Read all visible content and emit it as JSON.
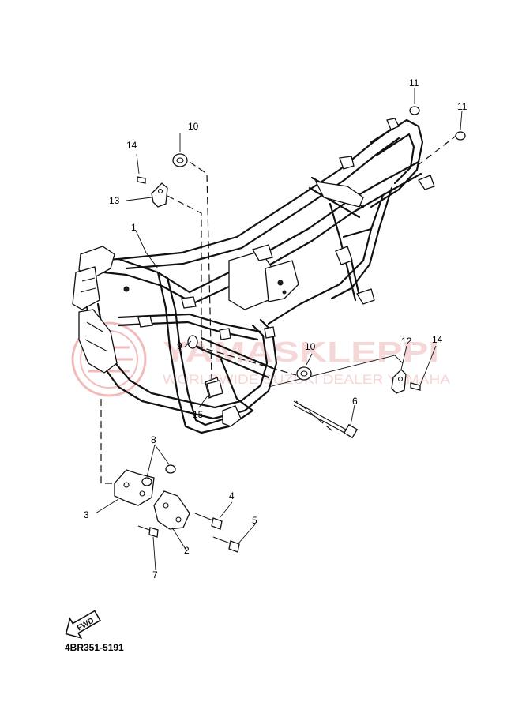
{
  "diagram_code": "4BR351-5191",
  "fwd_label": "FWD",
  "watermark": {
    "brand": "YAMASKLEPPI",
    "subtitle": "WORLDWIDE SUZUKI DEALER YAMAHA"
  },
  "callouts": [
    {
      "id": "1",
      "text": "1"
    },
    {
      "id": "2",
      "text": "2"
    },
    {
      "id": "3",
      "text": "3"
    },
    {
      "id": "4",
      "text": "4"
    },
    {
      "id": "5",
      "text": "5"
    },
    {
      "id": "6",
      "text": "6"
    },
    {
      "id": "7",
      "text": "7"
    },
    {
      "id": "8",
      "text": "8"
    },
    {
      "id": "9",
      "text": "9"
    },
    {
      "id": "10a",
      "text": "10"
    },
    {
      "id": "10b",
      "text": "10"
    },
    {
      "id": "11a",
      "text": "11"
    },
    {
      "id": "11b",
      "text": "11"
    },
    {
      "id": "12",
      "text": "12"
    },
    {
      "id": "13",
      "text": "13"
    },
    {
      "id": "14a",
      "text": "14"
    },
    {
      "id": "14b",
      "text": "14"
    },
    {
      "id": "15",
      "text": "15"
    }
  ]
}
